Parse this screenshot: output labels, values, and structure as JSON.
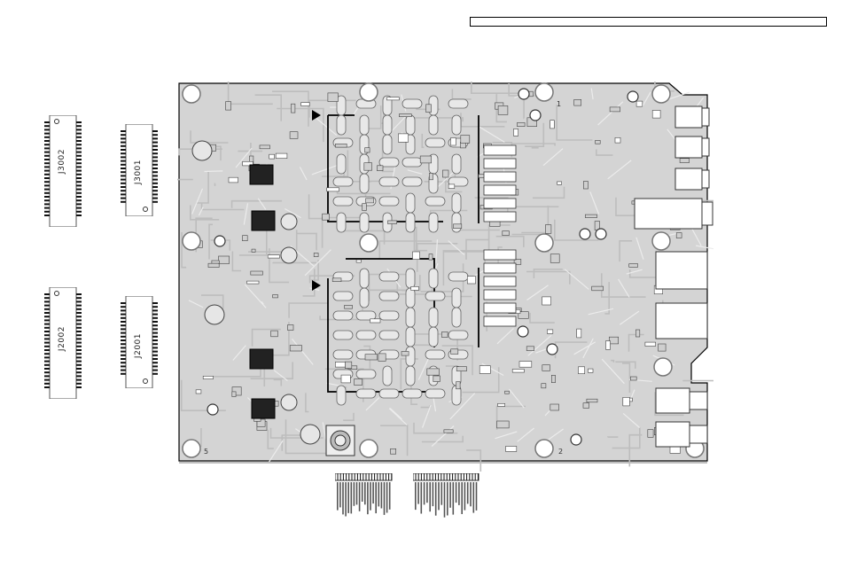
{
  "connectors": [
    {
      "label": "J3002"
    },
    {
      "label": "J3001"
    },
    {
      "label": "J2002"
    },
    {
      "label": "J2001"
    }
  ],
  "board_marks": {
    "corner_1": "1",
    "corner_2": "2",
    "corner_5": "5"
  },
  "colors": {
    "board": "#d4d4d4",
    "trace": "#bdbdbd",
    "trace_light": "#e4e4e4",
    "outline": "#000000"
  }
}
